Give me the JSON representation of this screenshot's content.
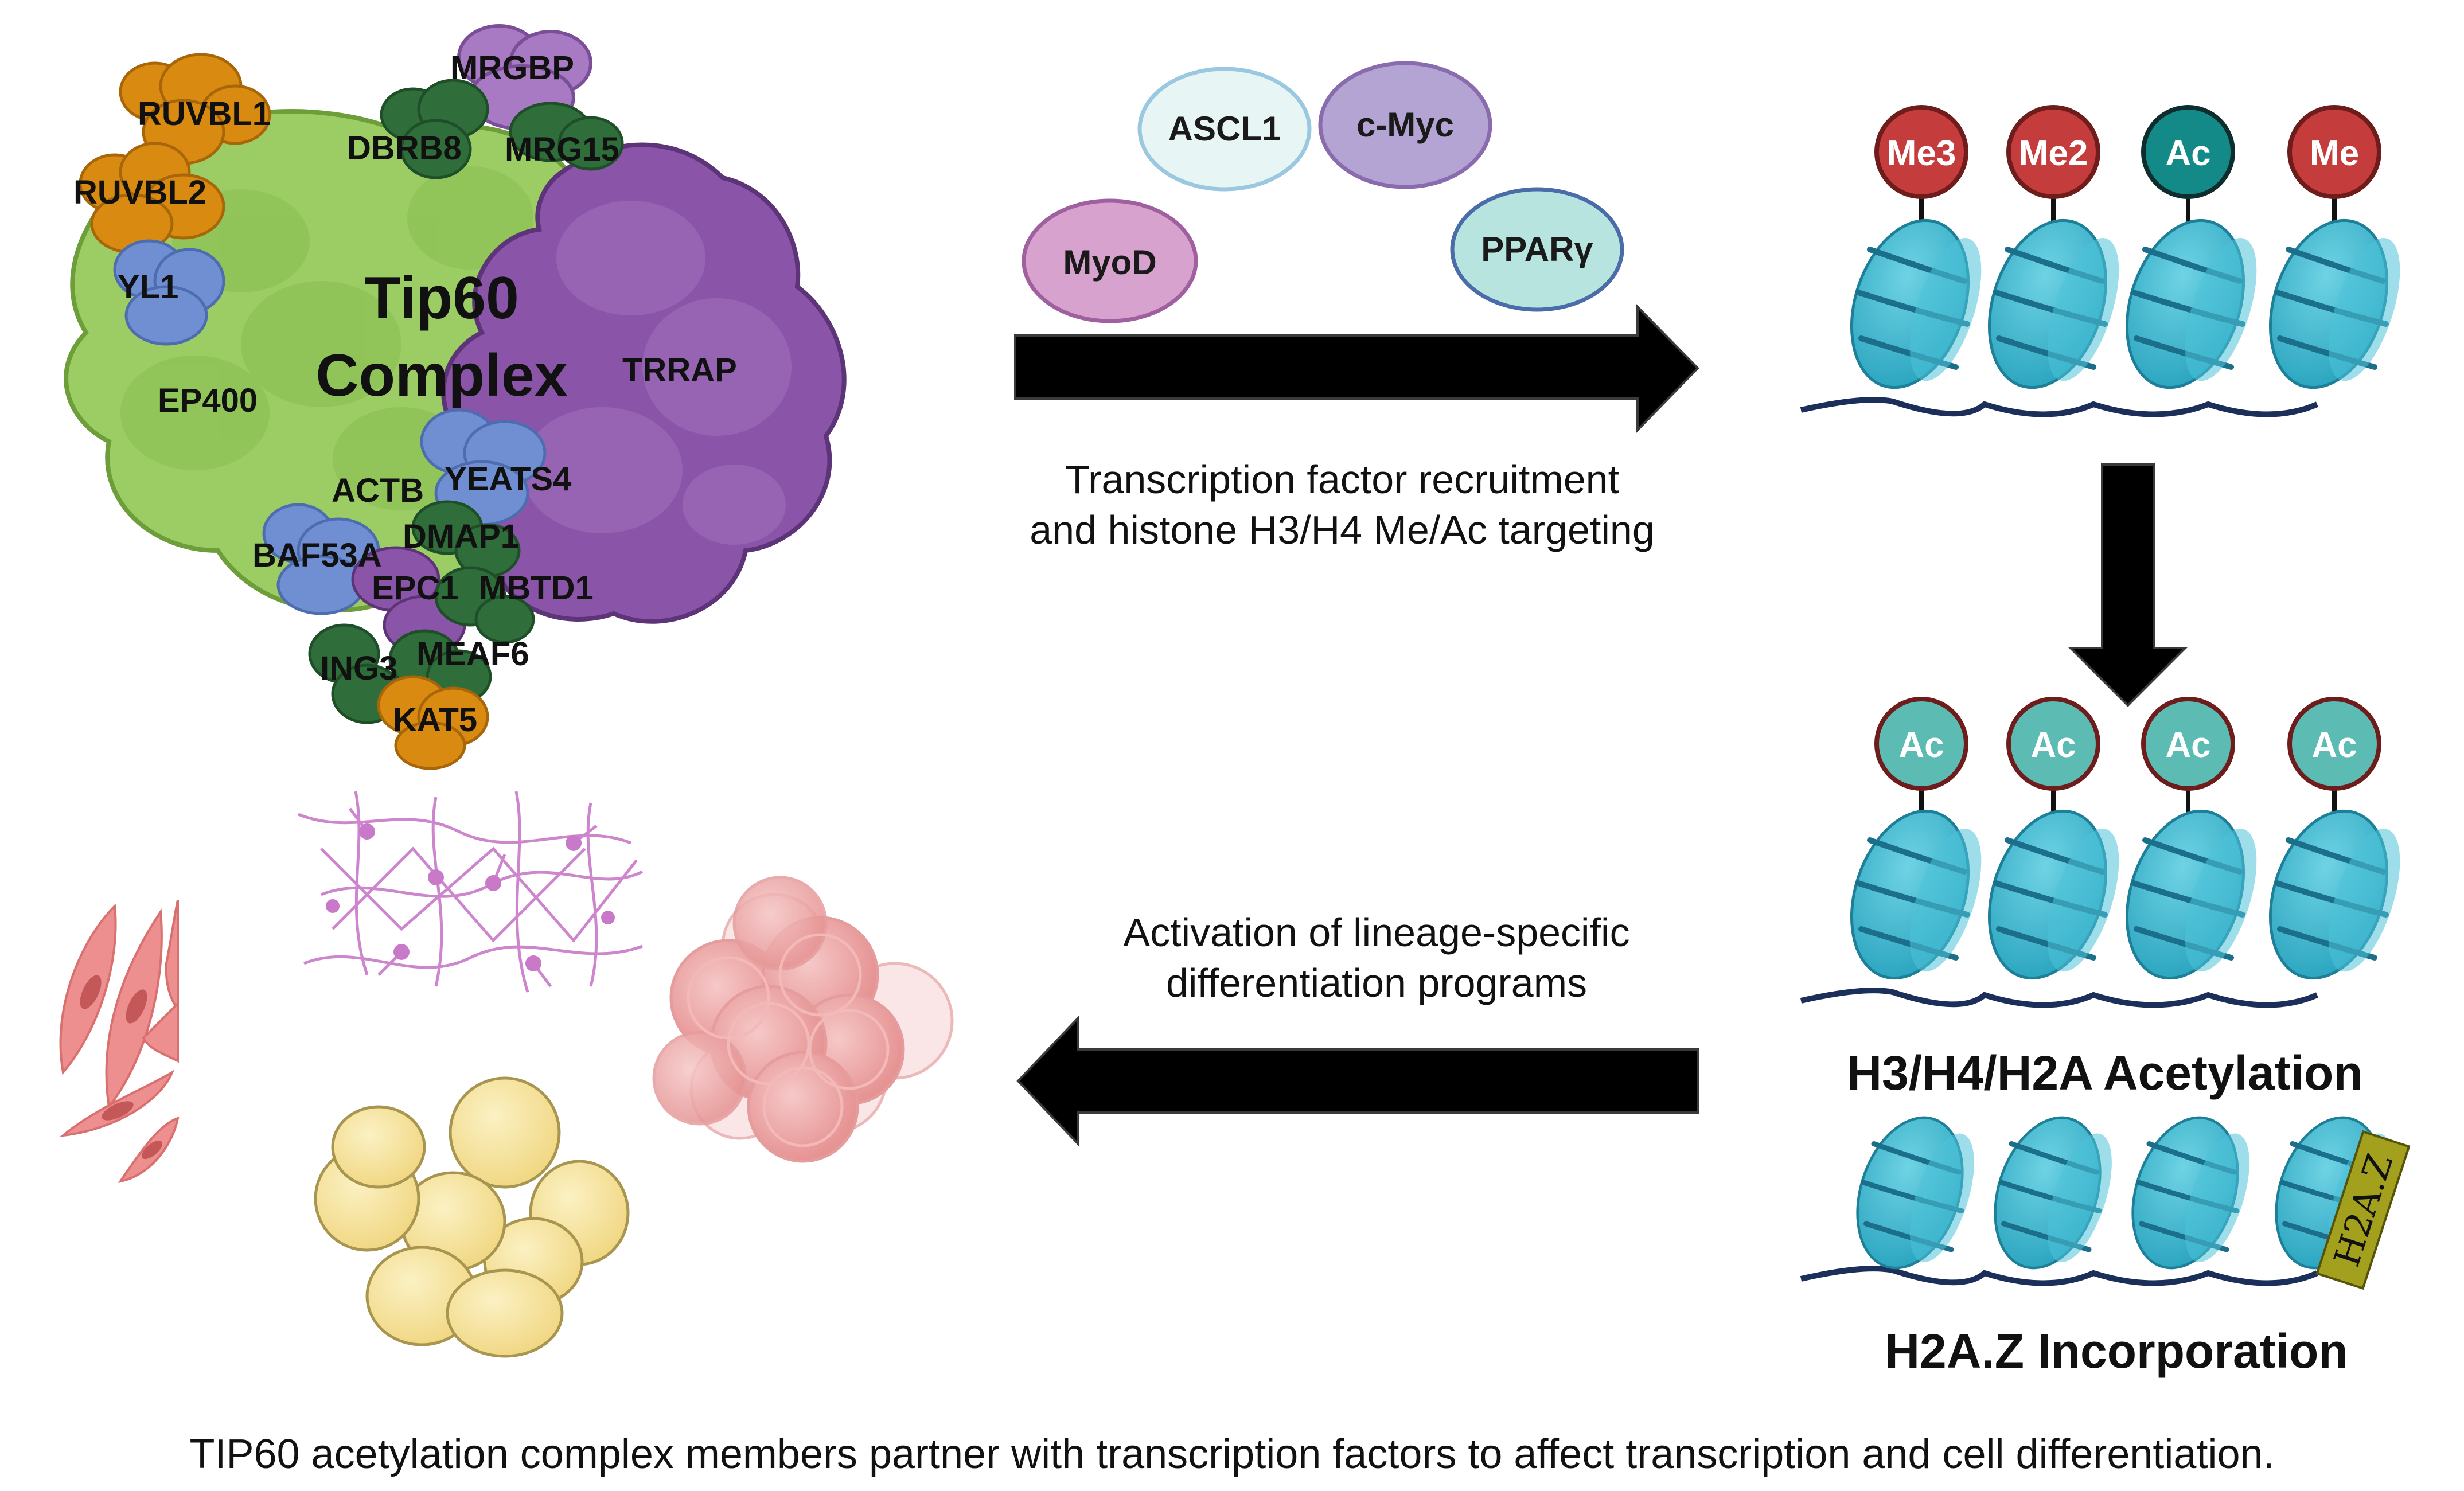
{
  "complex": {
    "title_line1": "Tip60",
    "title_line2": "Complex",
    "subunits": {
      "ruvbl1": "RUVBL1",
      "ruvbl2": "RUVBL2",
      "yl1": "YL1",
      "ep400": "EP400",
      "dbrb8": "DBRB8",
      "mrgbp": "MRGBP",
      "mrg15": "MRG15",
      "trrap": "TRRAP",
      "actb": "ACTB",
      "yeats4": "YEATS4",
      "baf53a": "BAF53A",
      "dmap1": "DMAP1",
      "epc1": "EPC1",
      "mbtd1": "MBTD1",
      "ing3": "ING3",
      "meaf6": "MEAF6",
      "kat5": "KAT5"
    }
  },
  "transcription_factors": {
    "ascl1": "ASCL1",
    "cmyc": "c-Myc",
    "myod": "MyoD",
    "pparg": "PPARγ"
  },
  "steps": {
    "recruitment_line1": "Transcription factor recruitment",
    "recruitment_line2": "and histone H3/H4 Me/Ac targeting",
    "activation_line1": "Activation of lineage-specific",
    "activation_line2": "differentiation programs"
  },
  "histone_marks": {
    "top": [
      "Me3",
      "Me2",
      "Ac",
      "Me"
    ],
    "middle": [
      "Ac",
      "Ac",
      "Ac",
      "Ac"
    ]
  },
  "labels": {
    "acetylation": "H3/H4/H2A Acetylation",
    "h2az_tag": "H2A.Z",
    "incorporation": "H2A.Z Incorporation"
  },
  "caption": "TIP60 acetylation complex members partner with transcription factors to affect transcription and cell differentiation.",
  "colors": {
    "me_mark": "#c43c3c",
    "ac_mark_teal": "#138a88",
    "ac_mark_light": "#5cbcb4",
    "nucleosome": "#35b4cc",
    "ep400_green": "#9ccc64",
    "trrap_purple": "#8a55a8",
    "ruvbl_orange": "#d98a10",
    "yl1_blue": "#6f8fd2",
    "dark_green": "#2f6e3a",
    "arrow": "#000000"
  }
}
